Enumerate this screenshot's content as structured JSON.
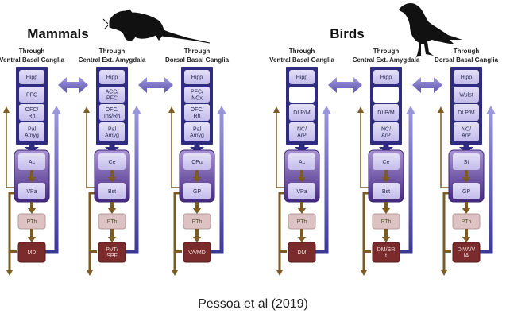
{
  "panels": [
    {
      "title": "Mammals",
      "animal_icon": "rat-silhouette",
      "columns": [
        {
          "heading": [
            "Through",
            "Ventral Basal Ganglia"
          ],
          "pallial": [
            "Hipp",
            "PFC",
            "OFC/\nRh",
            "Pal\nAmyg"
          ],
          "striatal": [
            "Ac",
            "VPa"
          ],
          "pth": "PTh",
          "thalamus": "MD"
        },
        {
          "heading": [
            "Through",
            "Central Ext. Amygdala"
          ],
          "pallial": [
            "Hipp",
            "ACC/\nPFC",
            "OFC/\nIns/Rh",
            "Pal\nAmyg"
          ],
          "striatal": [
            "Ce",
            "Bst"
          ],
          "pth": "PTh",
          "thalamus": "PVT/\nSPF"
        },
        {
          "heading": [
            "Through",
            "Dorsal Basal Ganglia"
          ],
          "pallial": [
            "Hipp",
            "PFC/\nNCx",
            "OFC/\nRh",
            "Pal\nAmyg"
          ],
          "striatal": [
            "CPu",
            "GP"
          ],
          "pth": "PTh",
          "thalamus": "VA/MD"
        }
      ]
    },
    {
      "title": "Birds",
      "animal_icon": "crow-silhouette",
      "columns": [
        {
          "heading": [
            "Through",
            "Ventral Basal Ganglia"
          ],
          "pallial": [
            "Hipp",
            "",
            "DLP/M",
            "NC/\nArP"
          ],
          "striatal": [
            "Ac",
            "VPa"
          ],
          "pth": "PTh",
          "thalamus": "DM"
        },
        {
          "heading": [
            "Through",
            "Central Ext. Amygdala"
          ],
          "pallial": [
            "Hipp",
            "",
            "DLP/M",
            "NC/\nArP"
          ],
          "striatal": [
            "Ce",
            "Bst"
          ],
          "pth": "PTh",
          "thalamus": "DM/SR\nt"
        },
        {
          "heading": [
            "Through",
            "Dorsal Basal Ganglia"
          ],
          "pallial": [
            "Hipp",
            "Wulst",
            "DLP/M",
            "NC/\nArP"
          ],
          "striatal": [
            "St",
            "GP"
          ],
          "pth": "PTh",
          "thalamus": "DIVA/V\nIA"
        }
      ]
    }
  ],
  "caption": "Pessoa et al (2019)",
  "colors": {
    "navy": "#2f2b7e",
    "purple_top": "#a893d4",
    "purple_bottom": "#45287f",
    "inner": "#d3cdf1",
    "pth": "#dcc2c2",
    "thalamus": "#7b2b2b",
    "brown": "#7d5c23",
    "blue_line": "#3c3896",
    "blue_light": "#8c88d2"
  }
}
